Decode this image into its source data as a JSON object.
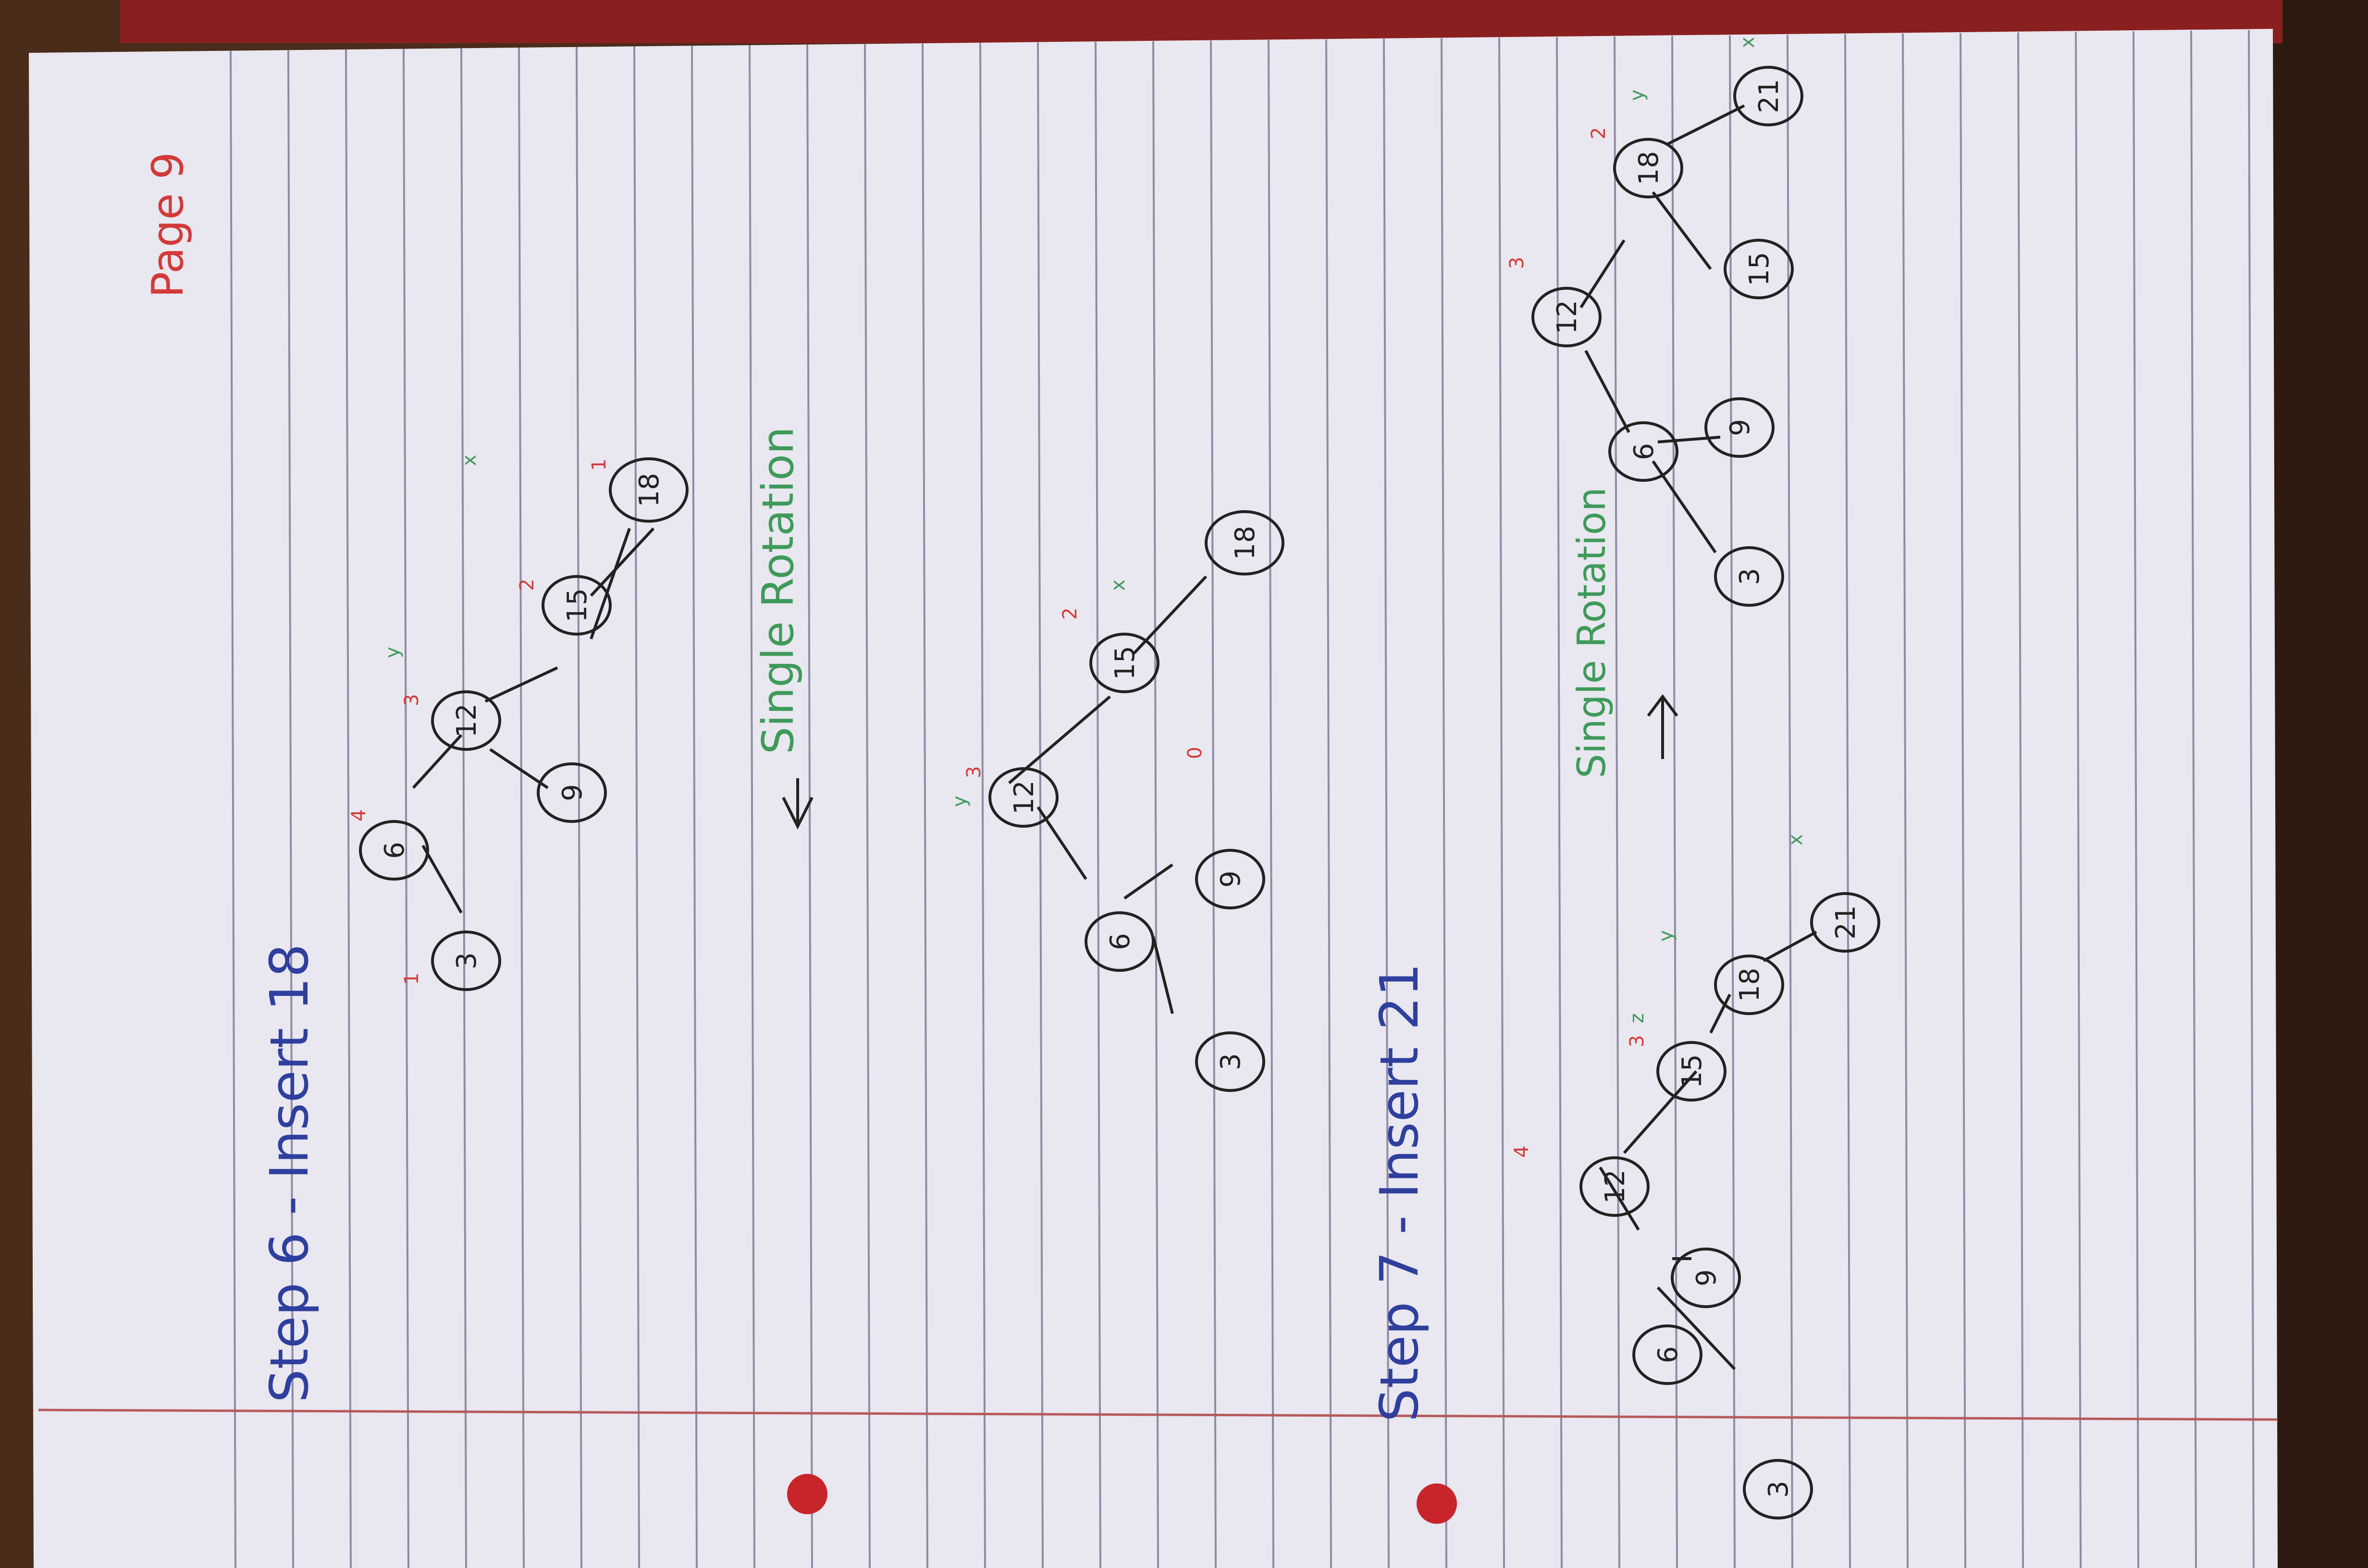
{
  "page_label": "Page 9",
  "colors": {
    "ink_blue": "#2f3f9e",
    "ink_red": "#d23a3a",
    "ink_green": "#3f9a5a",
    "ink_black": "#222222",
    "paper": "#e9e7ef",
    "rule_line": "#8f8aa6",
    "margin_line": "#b65a5a",
    "hole_punch": "#c8252b"
  },
  "step6": {
    "title": "Step 6 - Insert 18",
    "nodes": [
      "6",
      "3",
      "12",
      "9",
      "15",
      "18"
    ],
    "rotation_label": "Single Rotation",
    "result_nodes": [
      "12",
      "6",
      "15",
      "3",
      "9",
      "18"
    ]
  },
  "step7": {
    "title": "Step 7 - Insert 21",
    "nodes": [
      "12",
      "6",
      "15",
      "3",
      "9",
      "18",
      "21"
    ],
    "rotation_label": "Single Rotation",
    "result_nodes": [
      "12",
      "6",
      "18",
      "3",
      "9",
      "15",
      "21"
    ]
  },
  "annotations": {
    "h1": "1",
    "h2": "2",
    "h3": "3",
    "h4": "4",
    "h0": "0",
    "x": "x",
    "y": "y",
    "z": "z"
  }
}
